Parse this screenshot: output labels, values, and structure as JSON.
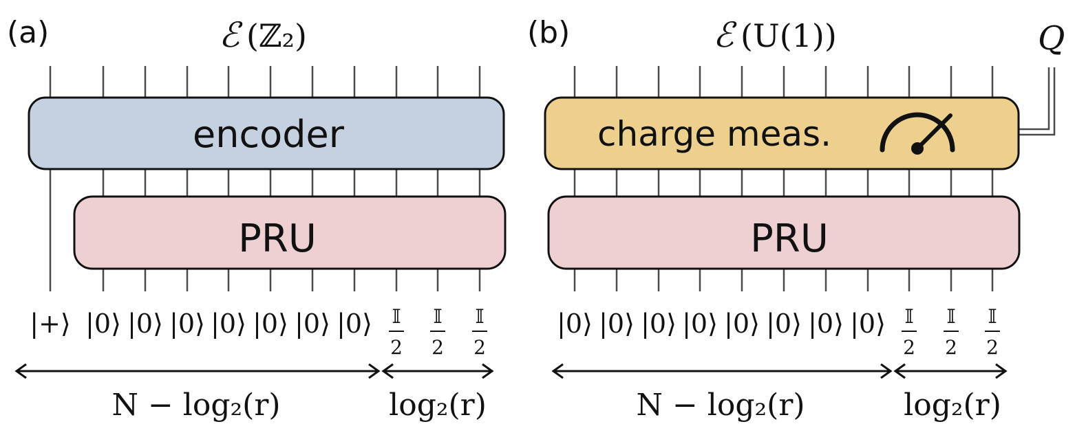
{
  "panel_a": {
    "tag": "(a)",
    "title_script": "ℰ",
    "title_arg": "(ℤ₂)",
    "encoder_label": "encoder",
    "pru_label": "PRU",
    "plus_ket": "|+⟩",
    "zero_ket": "|0⟩",
    "ident_num": "𝕀",
    "ident_den": "2",
    "brace_left": "N − log₂(r)",
    "brace_right": "log₂(r)"
  },
  "panel_b": {
    "tag": "(b)",
    "title_script": "ℰ",
    "title_arg": "(U(1))",
    "meas_label": "charge meas.",
    "meter_icon": "meter-icon",
    "output_label": "Q",
    "pru_label": "PRU",
    "zero_ket": "|0⟩",
    "ident_num": "𝕀",
    "ident_den": "2",
    "brace_left": "N − log₂(r)",
    "brace_right": "log₂(r)"
  },
  "colors": {
    "encoder_fill": "#c5d1e0",
    "pru_fill": "#eed0d3",
    "meas_fill": "#eed08e",
    "wire": "#4a4a4a"
  }
}
